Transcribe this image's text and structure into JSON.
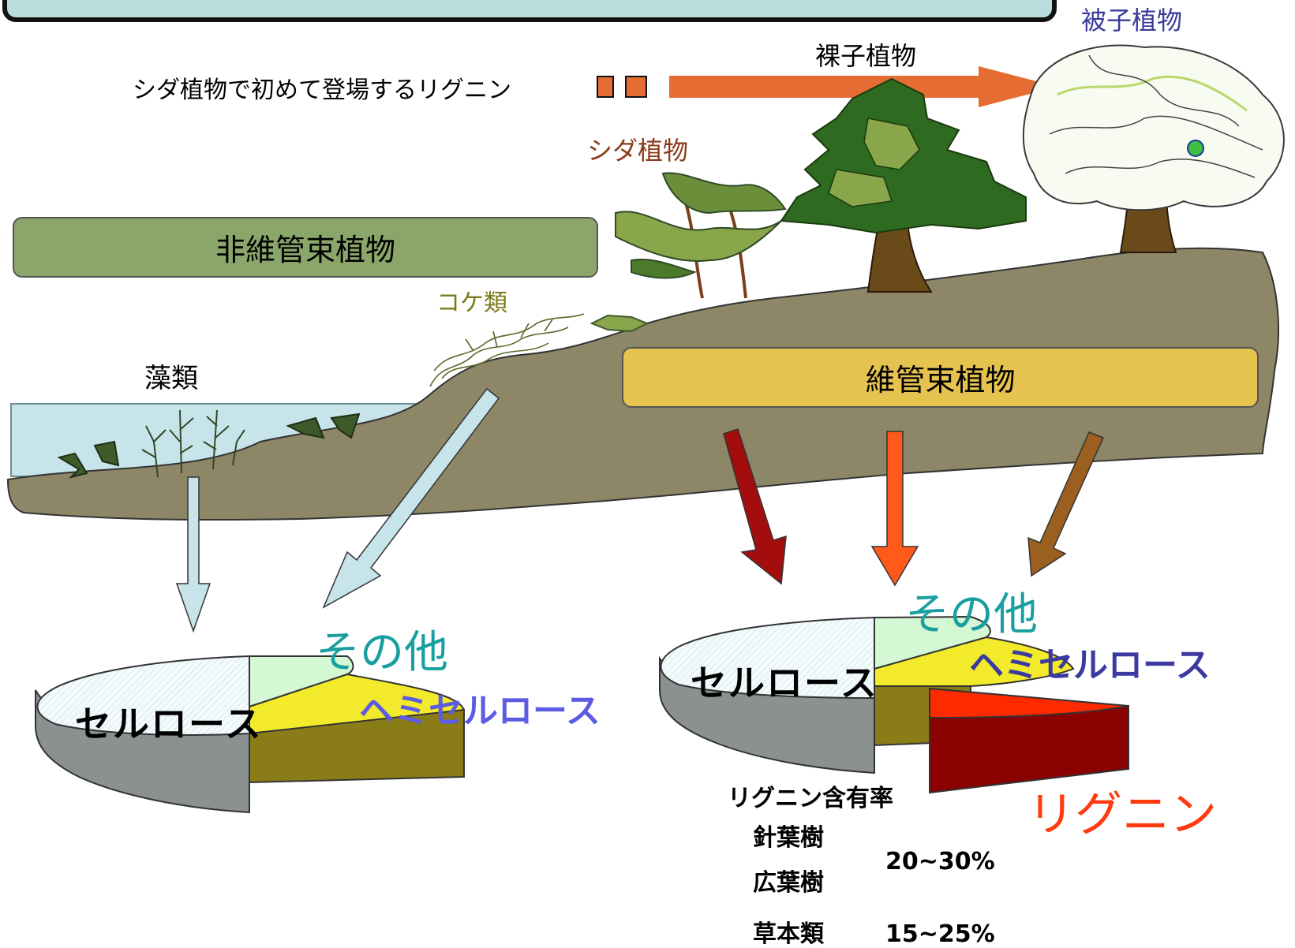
{
  "labels": {
    "lignin_note": "シダ植物で初めて登場するリグニン",
    "gymnosperm": "裸子植物",
    "angiosperm": "被子植物",
    "fern": "シダ植物",
    "moss": "コケ類",
    "algae": "藻類"
  },
  "boxes": {
    "nonvascular": "非維管束植物",
    "vascular": "維管束植物"
  },
  "pie_left": {
    "cellulose": "セルロース",
    "hemicellulose": "ヘミセルロース",
    "other": "その他"
  },
  "pie_right": {
    "cellulose": "セルロース",
    "hemicellulose": "ヘミセルロース",
    "other": "その他",
    "lignin": "リグニン"
  },
  "lignin_table": {
    "title": "リグニン含有率",
    "softwood": "針葉樹",
    "hardwood": "広葉樹",
    "herbaceous": "草本類",
    "wood_value": "20~30%",
    "herb_value": "15~25%"
  },
  "colors": {
    "header_fill": "#b9dddd",
    "nonvascular_fill": "#8aa66a",
    "vascular_fill": "#e6c24f",
    "ground": "#8d8768",
    "water": "#c7e4ea",
    "evolution_arrow": "#e56c32",
    "cellulose": "#f2fbfc",
    "hemicellulose": "#f2ea2a",
    "other": "#d4f7d4",
    "lignin": "#ff2a00",
    "other_label": "#1a9fa0",
    "hemicellulose_label": "#5b5be3",
    "lignin_label": "#ff3a10",
    "fern_label": "#8a3b1a",
    "moss_label": "#7b7a1a",
    "angiosperm_label": "#3a3a9a"
  }
}
